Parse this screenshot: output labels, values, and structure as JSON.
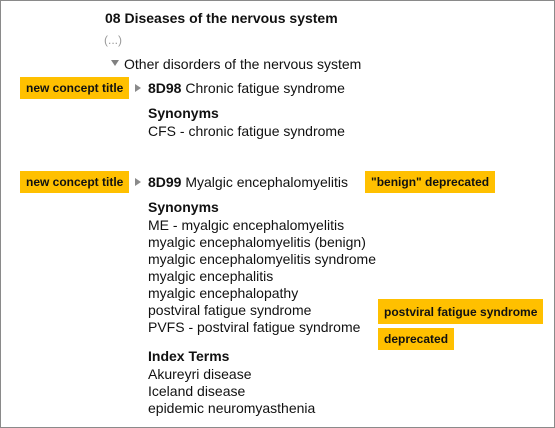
{
  "chapter": {
    "title": "08 Diseases of the nervous system",
    "collapsed_indicator": "(...)"
  },
  "group": {
    "title": "Other disorders of the nervous system"
  },
  "entries": [
    {
      "code": "8D98",
      "title": "Chronic fatigue syndrome",
      "tag": "new concept title",
      "synonyms_heading": "Synonyms",
      "synonyms": [
        "CFS - chronic fatigue syndrome"
      ]
    },
    {
      "code": "8D99",
      "title": "Myalgic encephalomyelitis",
      "tag": "new concept title",
      "title_note": "\"benign\" deprecated",
      "synonyms_heading": "Synonyms",
      "synonyms": [
        "ME - myalgic encephalomyelitis",
        "myalgic encephalomyelitis (benign)",
        "myalgic encephalomyelitis syndrome",
        "myalgic encephalitis",
        "myalgic encephalopathy",
        "postviral fatigue syndrome",
        "PVFS - postviral fatigue syndrome"
      ],
      "synonym_notes": [
        "postviral fatigue syndrome",
        "deprecated"
      ],
      "index_terms_heading": "Index Terms",
      "index_terms": [
        "Akureyri disease",
        "Iceland disease",
        "epidemic neuromyasthenia"
      ]
    }
  ],
  "colors": {
    "annotation": "#ffc000",
    "border": "#8a8a8a",
    "collapsed_text": "#9a9a9a"
  },
  "icons": {
    "expanded": "triangle-down-icon",
    "collapsed": "triangle-right-icon"
  }
}
